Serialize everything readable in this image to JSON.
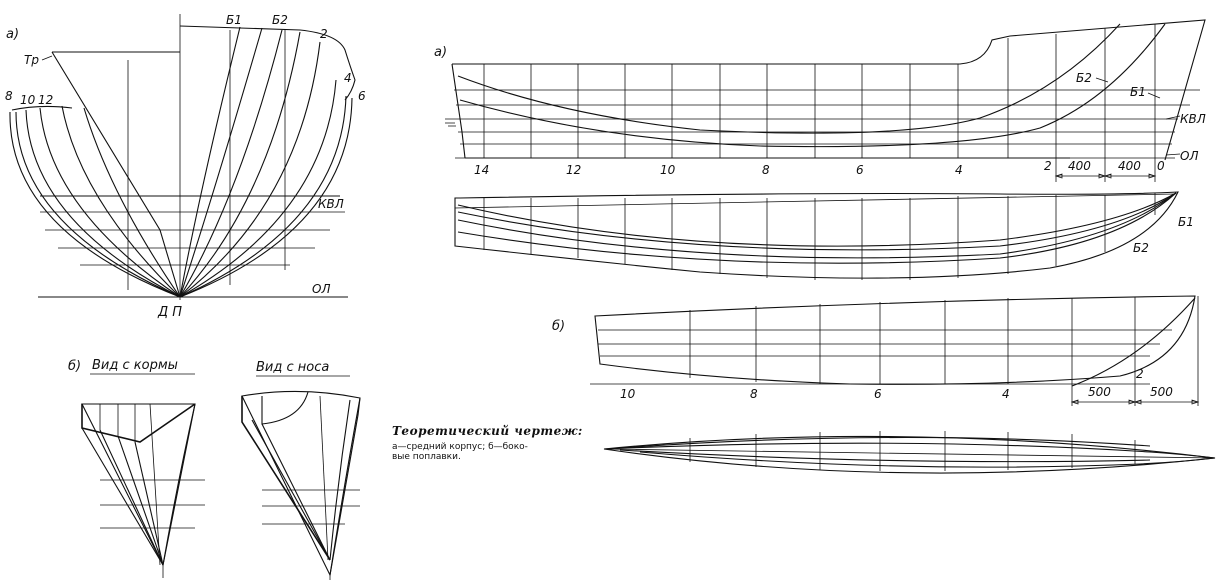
{
  "body_plan": {
    "section_label": "а)",
    "transom": "Тр",
    "station_labels": [
      "8",
      "10",
      "12",
      "Б1",
      "Б2",
      "2",
      "4",
      "6"
    ],
    "kvl": "КВЛ",
    "ol": "ОЛ",
    "dp": "Д П"
  },
  "floats_views": {
    "section_label": "б)",
    "stern_view": "Вид с кормы",
    "bow_view": "Вид с носа"
  },
  "center_hull_profile": {
    "section_label": "а)",
    "b2": "Б2",
    "b1": "Б1",
    "kvl": "КВЛ",
    "ol": "ОЛ",
    "station_numbers": [
      "14",
      "12",
      "10",
      "8",
      "6",
      "4",
      "2",
      "0"
    ],
    "dim_1": "400",
    "dim_2": "400"
  },
  "center_hull_plan": {
    "b1": "Б1",
    "b2": "Б2"
  },
  "floats_profile": {
    "section_label": "б)",
    "station_numbers": [
      "10",
      "8",
      "6",
      "4",
      "2"
    ],
    "dim_1": "500",
    "dim_2": "500"
  },
  "caption": {
    "title": "Теоретический чертеж:",
    "line1": "а—средний корпус; б—боко-",
    "line2": "вые поплавки."
  }
}
